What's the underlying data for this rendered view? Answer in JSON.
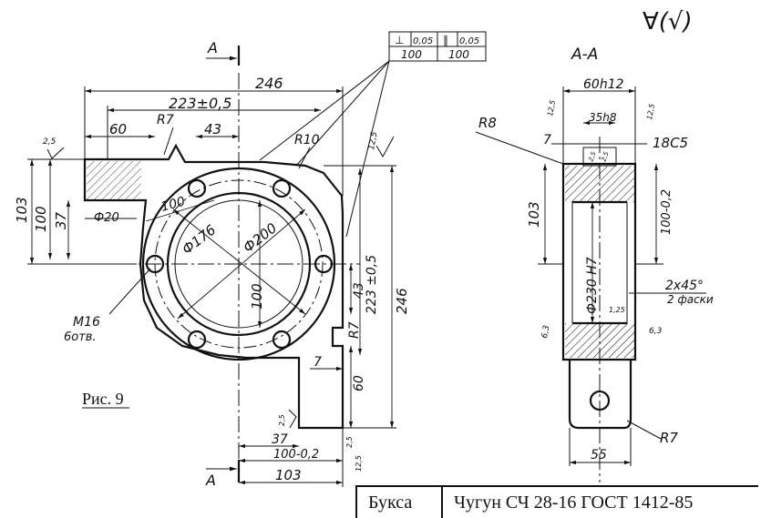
{
  "corner_mark": "∀(√)",
  "figure_caption": "Рис. 9",
  "tolerance_frame": {
    "c1": "⊥",
    "c2": "0,05",
    "c3": "∥",
    "c4": "0,05",
    "base1": "100",
    "base2": "100"
  },
  "main_view": {
    "section_label_top": "A",
    "section_label_bottom": "A",
    "d246_top": "246",
    "d223": "223±0,5",
    "d60": "60",
    "d43": "43",
    "r7_top": "R7",
    "r10": "R10",
    "rough_top": "12,5",
    "rough_left": "2,5",
    "d103_left": "103",
    "d100_left": "100",
    "d37_left": "37",
    "phi20": "Ф20",
    "d100_diag": "100",
    "phi176": "Ф176",
    "phi200": "Ф200",
    "m16": "M16",
    "holes": "6отв.",
    "d100_vert": "100",
    "d43_right": "43",
    "d223_right": "223 ±0,5",
    "d246_right": "246",
    "r7_right": "R7",
    "d7": "7",
    "d60_right": "60",
    "rough_small": "2,5",
    "d37_bottom": "37",
    "d100_bottom": "100-0,2",
    "d103_bottom": "103",
    "rough_bottom": "12,5",
    "rough_bottom2": "2,5"
  },
  "section_view": {
    "title": "А-А",
    "d60h12": "60h12",
    "rough_l": "12,5",
    "rough_r": "12,5",
    "d35h8": "35h8",
    "r8": "R8",
    "d7": "7",
    "d18c5": "18С5",
    "rough_a": "2,5",
    "rough_b": "2,5",
    "d103": "103",
    "d100": "100-0,2",
    "phi230": "Ф230 Н7",
    "chamfer": "2х45°",
    "chamfer_note": "2 фаски",
    "rough_c": "1,25",
    "rough_63l": "6,3",
    "rough_63r": "6,3",
    "r7": "R7",
    "d55": "55"
  },
  "title_block": {
    "name": "Букса",
    "material": "Чугун СЧ 28-16 ГОСТ 1412-85"
  }
}
